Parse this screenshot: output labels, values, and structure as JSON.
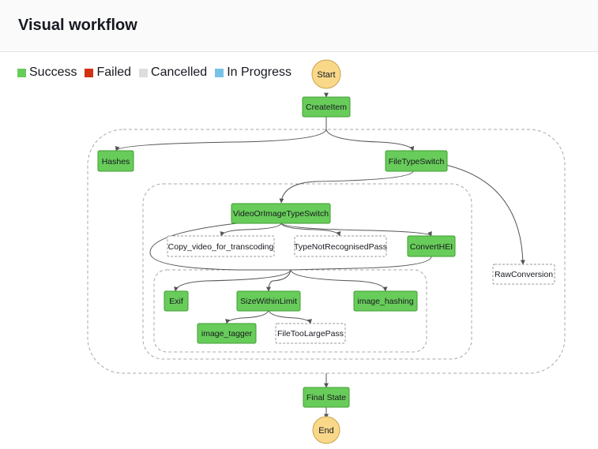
{
  "header": {
    "title": "Visual workflow"
  },
  "legend": [
    {
      "label": "Success",
      "color": "#68cc5a"
    },
    {
      "label": "Failed",
      "color": "#d13212"
    },
    {
      "label": "Cancelled",
      "color": "#dddddd"
    },
    {
      "label": "In Progress",
      "color": "#78c2e8"
    }
  ],
  "workflow": {
    "start": "Start",
    "end": "End",
    "states": {
      "create_item": "CreateItem",
      "hashes": "Hashes",
      "file_type_switch": "FileTypeSwitch",
      "video_or_image_type_switch": "VideoOrImageTypeSwitch",
      "copy_video": "Copy_video_for_transcoding",
      "type_not_recognised": "TypeNotRecognisedPass",
      "convert_hei": "ConvertHEI",
      "raw_conversion": "RawConversion",
      "exif": "Exif",
      "size_within_limit": "SizeWithinLimit",
      "image_hashing": "image_hashing",
      "image_tagger": "image_tagger",
      "file_too_large": "FileTooLargePass",
      "final_state": "Final State"
    }
  }
}
